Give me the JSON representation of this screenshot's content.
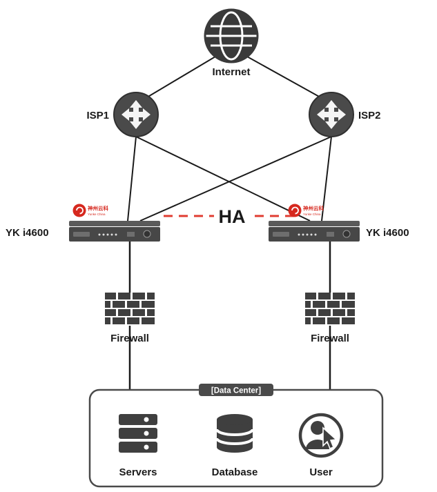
{
  "diagram": {
    "internet_label": "Internet",
    "isp1_label": "ISP1",
    "isp2_label": "ISP2",
    "ha_label": "HA",
    "device_left_label": "YK i4600",
    "device_right_label": "YK i4600",
    "logo_cn": "神州云科",
    "logo_en": "Yunke China",
    "firewall_left_label": "Firewall",
    "firewall_right_label": "Firewall",
    "datacenter_label": "[Data Center]",
    "servers_label": "Servers",
    "database_label": "Database",
    "user_label": "User",
    "colors": {
      "icon": "#3f3f3f",
      "line": "#1a1a1a",
      "accent": "#d6281e",
      "ha_line": "#e03c31"
    }
  }
}
